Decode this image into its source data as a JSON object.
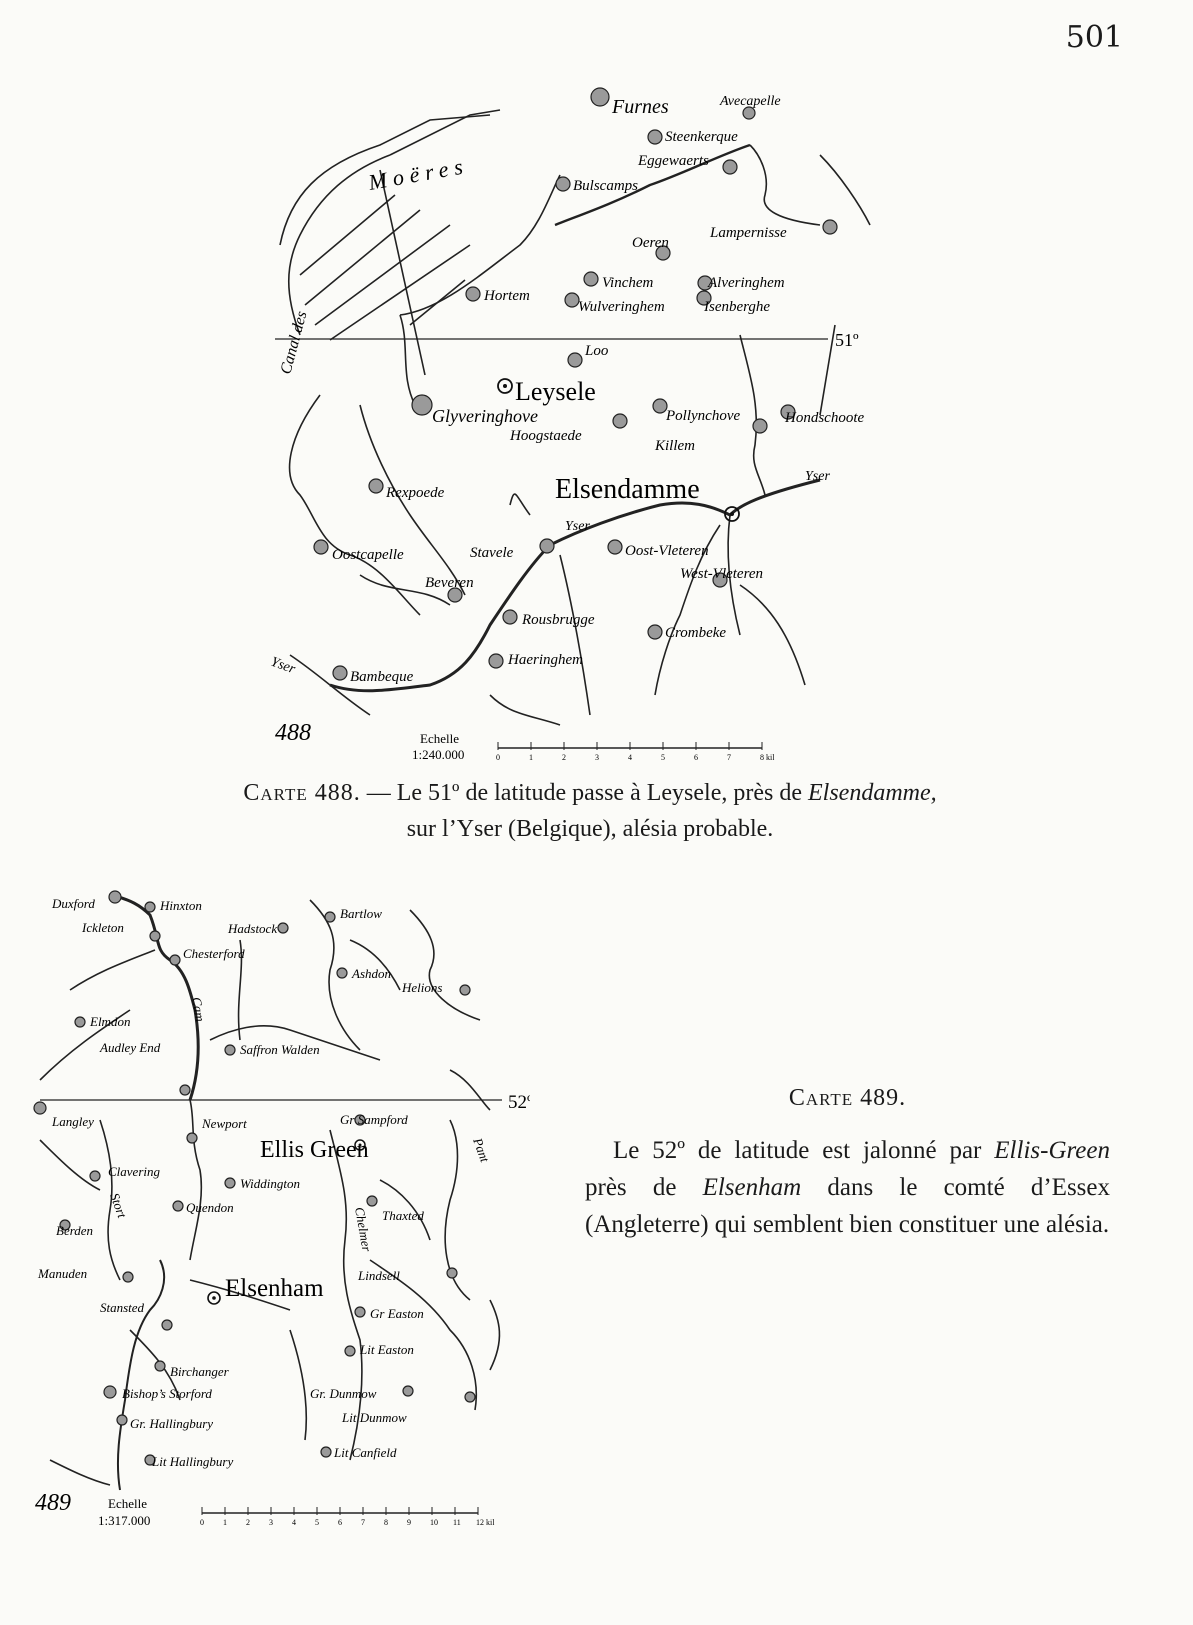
{
  "page_number": "501",
  "map1": {
    "number": "488",
    "scale_label": "Echelle",
    "scale": "1:240.000",
    "scale_ticks": [
      "0",
      "1",
      "2",
      "3",
      "4",
      "5",
      "6",
      "7",
      "8 kil"
    ],
    "latitude": "51º",
    "region": "Moëres",
    "canal": "Canal des",
    "river": "Yser",
    "places": [
      "Furnes",
      "Avecapelle",
      "Steenkerque",
      "Eggewaerts",
      "Bulscamps",
      "Lampernisse",
      "Oeren",
      "Vinchem",
      "Alveringhem",
      "Hortem",
      "Wulveringhem",
      "Isenberghe",
      "Loo",
      "Hondschoote",
      "Glyveringhove",
      "Hoogstaede",
      "Pollynchove",
      "Killem",
      "Rexpoede",
      "Oostcapelle",
      "Beveren",
      "Stavele",
      "Oost-Vleteren",
      "West-Vleteren",
      "Rousbrugge",
      "Crombeke",
      "Haeringhem",
      "Bambeque"
    ],
    "major_places": [
      "Leysele",
      "Elsendamme"
    ]
  },
  "caption488": {
    "label": "Carte 488.",
    "line1_pre": " — Le 51º de latitude passe à Leysele, près de ",
    "line1_em": "Elsendamme,",
    "line2": "sur l’Yser (Belgique), alésia probable."
  },
  "map2": {
    "number": "489",
    "scale_label": "Echelle",
    "scale": "1:317.000",
    "scale_ticks": [
      "0",
      "1",
      "2",
      "3",
      "4",
      "5",
      "6",
      "7",
      "8",
      "9",
      "10",
      "11",
      "12 kil"
    ],
    "latitude": "52º",
    "rivers": [
      "Cam",
      "Stort",
      "Chelmer",
      "Pant"
    ],
    "places": [
      "Duxford",
      "Hinxton",
      "Ickleton",
      "Hadstock",
      "Bartlow",
      "Chesterford",
      "Ashdon",
      "Helions",
      "Elmdon",
      "Saffron Walden",
      "Audley End",
      "Langley",
      "Newport",
      "Gr Sampford",
      "Clavering",
      "Widdington",
      "Quendon",
      "Thaxted",
      "Berden",
      "Manuden",
      "Lindsell",
      "Stansted",
      "Gr Easton",
      "Lit Easton",
      "Birchanger",
      "Bishop’s Storford",
      "Gr. Dunmow",
      "Lit Dunmow",
      "Gr. Hallingbury",
      "Lit Hallingbury",
      "Lit Canfield"
    ],
    "major_places": [
      "Ellis Green",
      "Elsenham"
    ]
  },
  "caption489": {
    "label": "Carte 489.",
    "p_pre": "Le 52º de latitude est jalonné par ",
    "p_em1": "Ellis-Green",
    "p_mid": " près de ",
    "p_em2": "Elsenham",
    "p_post": " dans le comté d’Essex (Angleterre) qui semblent bien constituer une alésia."
  }
}
